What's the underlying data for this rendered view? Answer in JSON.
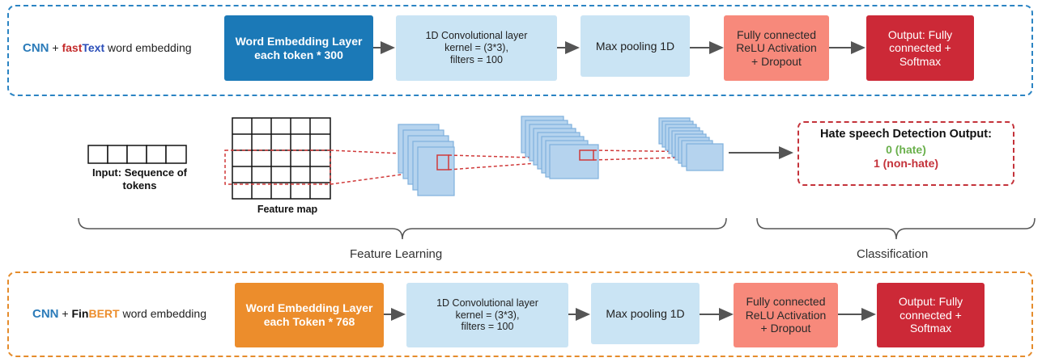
{
  "top_pipeline": {
    "model_cnn": "CNN",
    "model_plus": " + ",
    "model_fast": "fast",
    "model_text": "Text",
    "model_rest": " word   embedding",
    "embedding_line1": "Word Embedding Layer",
    "embedding_line2": "each token  * 300",
    "conv_line1": "1D Convolutional  layer",
    "conv_line2": "kernel = (3*3),",
    "conv_line3": "filters = 100",
    "pool": "Max pooling 1D",
    "fc_line1": "Fully connected",
    "fc_line2": "ReLU Activation",
    "fc_line3": "+ Dropout",
    "out_line1": "Output: Fully",
    "out_line2": "connected +",
    "out_line3": "Softmax"
  },
  "middle": {
    "input_label_line1": "Input: Sequence of",
    "input_label_line2": "tokens",
    "feature_map_label": "Feature map",
    "output_title": "Hate speech Detection Output:",
    "output_class0": "0 (hate)",
    "output_class1": "1 (non-hate)",
    "section_feature": "Feature Learning",
    "section_class": "Classification"
  },
  "bottom_pipeline": {
    "model_cnn": "CNN",
    "model_plus": " + ",
    "model_fin": "Fin",
    "model_bert": "BERT",
    "model_rest": " word embedding",
    "embedding_line1": "Word Embedding Layer",
    "embedding_line2": "each Token * 768",
    "conv_line1": "1D Convolutional  layer",
    "conv_line2": "kernel = (3*3),",
    "conv_line3": "filters = 100",
    "pool": "Max pooling 1D",
    "fc_line1": "Fully connected",
    "fc_line2": "ReLU Activation",
    "fc_line3": "+ Dropout",
    "out_line1": "Output: Fully",
    "out_line2": "connected +",
    "out_line3": "Softmax"
  },
  "colors": {
    "blue_frame": "#2b84c3",
    "orange_frame": "#e58c2c",
    "embedding_blue": "#1b79b7",
    "embedding_orange": "#ec8d2c",
    "layer_light": "#cae4f4",
    "fc_salmon": "#f7897b",
    "output_red": "#cc2937",
    "hate_green": "#6ab04c",
    "nonhate_red": "#c4323a"
  }
}
